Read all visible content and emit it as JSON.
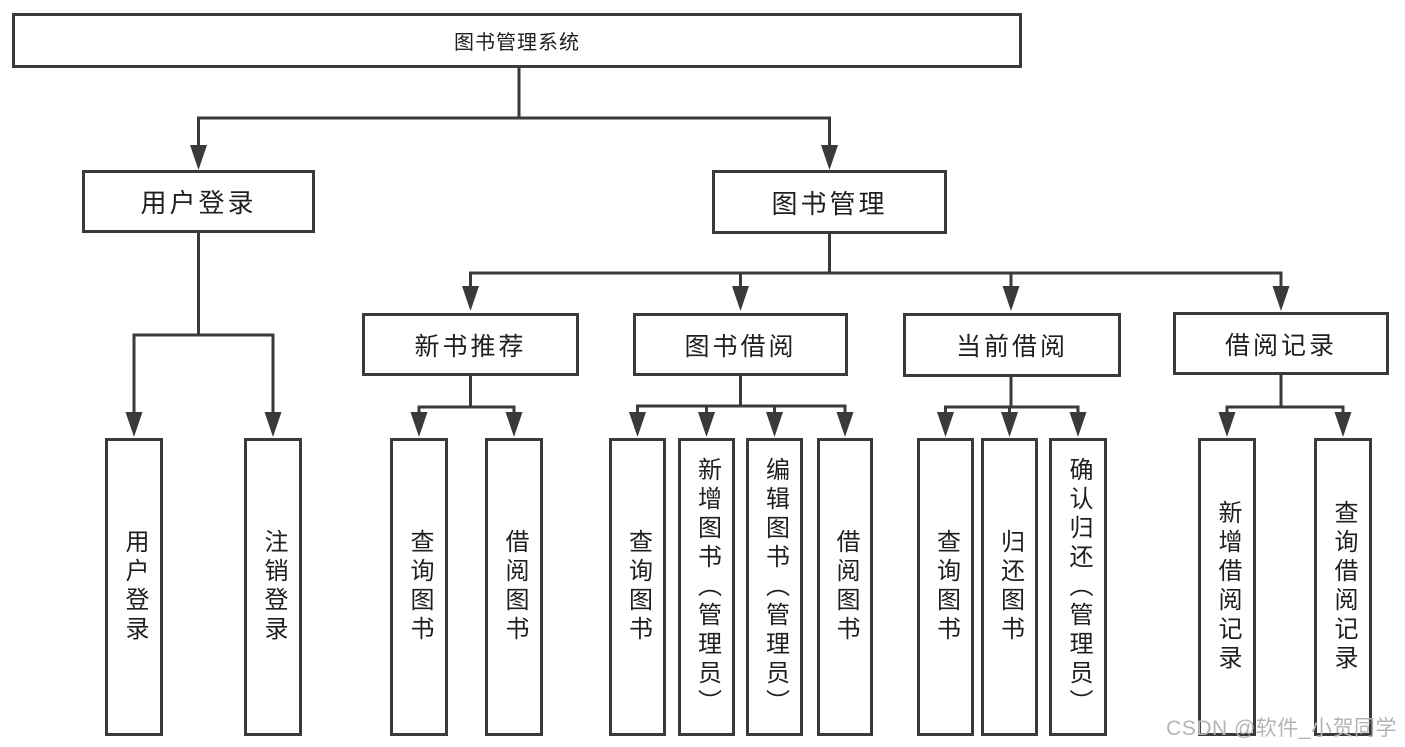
{
  "diagram_type": "hierarchy-tree",
  "tree": {
    "label": "图书管理系统",
    "children": [
      {
        "label": "用户登录",
        "children": [
          {
            "label": "用户登录"
          },
          {
            "label": "注销登录"
          }
        ]
      },
      {
        "label": "图书管理",
        "children": [
          {
            "label": "新书推荐",
            "children": [
              {
                "label": "查询图书"
              },
              {
                "label": "借阅图书"
              }
            ]
          },
          {
            "label": "图书借阅",
            "children": [
              {
                "label": "查询图书"
              },
              {
                "label": "新增图书（管理员）"
              },
              {
                "label": "编辑图书（管理员）"
              },
              {
                "label": "借阅图书"
              }
            ]
          },
          {
            "label": "当前借阅",
            "children": [
              {
                "label": "查询图书"
              },
              {
                "label": "归还图书"
              },
              {
                "label": "确认归还（管理员）"
              }
            ]
          },
          {
            "label": "借阅记录",
            "children": [
              {
                "label": "新增借阅记录"
              },
              {
                "label": "查询借阅记录"
              }
            ]
          }
        ]
      }
    ]
  },
  "watermark": {
    "text": "CSDN @软件_小贺同学"
  },
  "colors": {
    "line": "#3a3a3a",
    "text": "#1f1f1f",
    "watermark": "#b2b5b7",
    "background": "#ffffff"
  }
}
